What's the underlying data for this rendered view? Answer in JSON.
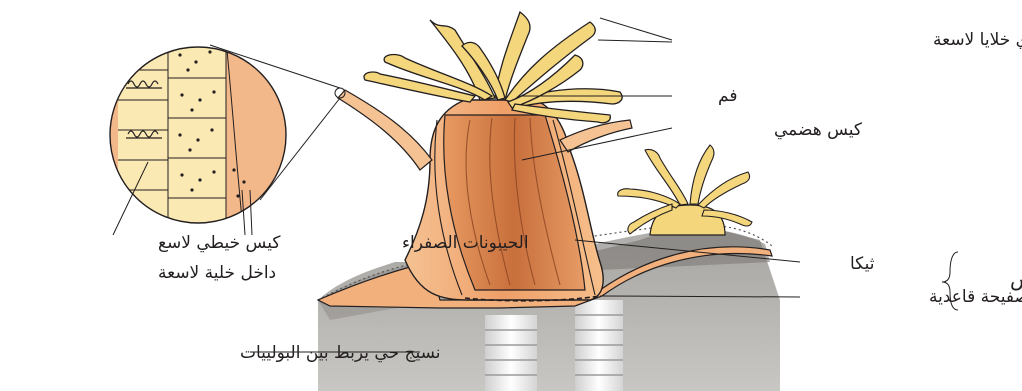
{
  "labels": {
    "tentacles": "لوامس تحتوي خلايا لاسعة",
    "mouth": "فم",
    "gut": "كيس هضمي",
    "nematocyst_line1": "كيس خيطي لاسع",
    "nematocyst_line2": "داخل خلية لاسعة",
    "zooxanthellae": "الحيبونات الصفراء",
    "theca": "ثيكا",
    "basal_plate": "صفيحة قاعدية",
    "corallite": "كأس",
    "connective_tissue": "نسيج حي يربط بين البولييات"
  },
  "colors": {
    "tentacle_yellow": "#f4d67c",
    "polyp_body": "#f2b07c",
    "gut_dark": "#cf7a47",
    "rock_gray": "#b9b7b3",
    "line": "#231f20"
  }
}
